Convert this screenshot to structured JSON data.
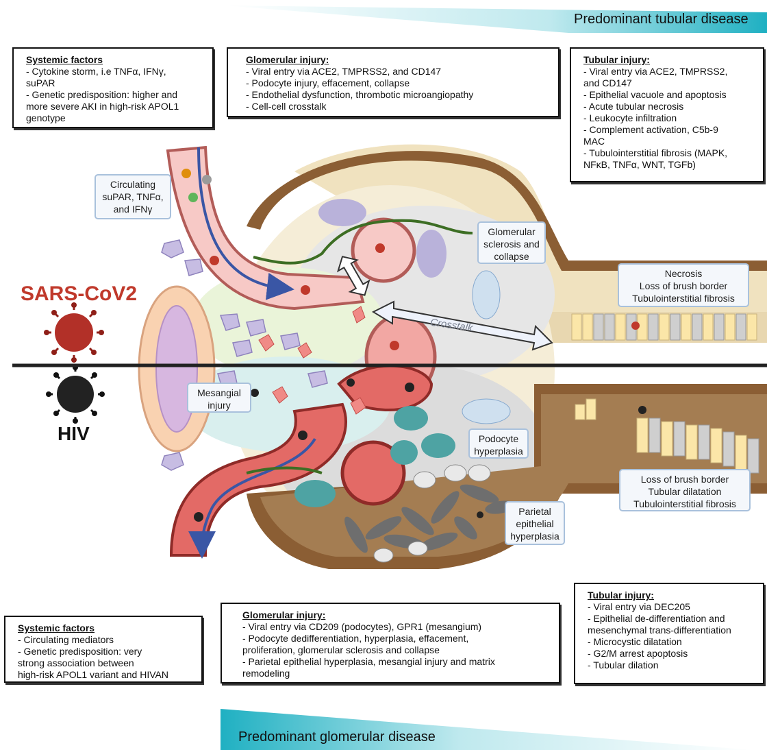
{
  "top_banner": {
    "label": "Predominant tubular disease"
  },
  "bottom_banner": {
    "label": "Predominant glomerular disease"
  },
  "virus_labels": {
    "sars": "SARS-CoV2",
    "hiv": "HIV"
  },
  "colors": {
    "sars_red": "#c0392b",
    "hiv_dark": "#222222",
    "banner_teal": "#2bb7c6",
    "callout_border": "#a9c1dc"
  },
  "boxes": {
    "systemic_top": {
      "title": "Systemic factors",
      "lines": [
        "- Cytokine storm, i.e TNFα, IFNγ,",
        "suPAR",
        "- Genetic predisposition: higher and",
        "more severe AKI in high-risk APOL1",
        "genotype"
      ]
    },
    "glomerular_top": {
      "title": "Glomerular injury:",
      "lines": [
        "- Viral entry via ACE2, TMPRSS2, and CD147",
        "- Podocyte injury, effacement, collapse",
        "- Endothelial dysfunction, thrombotic microangiopathy",
        "- Cell-cell crosstalk"
      ]
    },
    "tubular_top": {
      "title": "Tubular injury:",
      "lines": [
        "- Viral entry via ACE2, TMPRSS2,",
        "and CD147",
        "- Epithelial vacuole and apoptosis",
        "- Acute tubular necrosis",
        "- Leukocyte infiltration",
        "- Complement activation, C5b-9",
        "MAC",
        "- Tubulointerstitial fibrosis (MAPK,",
        "NFκB, TNFα, WNT, TGFb)"
      ]
    },
    "systemic_bottom": {
      "title": "Systemic factors",
      "lines": [
        "- Circulating mediators",
        "- Genetic predisposition: very",
        "strong association between",
        "high-risk APOL1 variant and HIVAN"
      ]
    },
    "glomerular_bottom": {
      "title": "Glomerular injury:",
      "lines": [
        "- Viral entry via CD209 (podocytes), GPR1 (mesangium)",
        "- Podocyte dedifferentiation, hyperplasia, effacement,",
        "proliferation, glomerular sclerosis and collapse",
        "- Parietal epithelial hyperplasia, mesangial injury and matrix",
        "remodeling"
      ]
    },
    "tubular_bottom": {
      "title": "Tubular injury:",
      "lines": [
        "- Viral entry via DEC205",
        "- Epithelial de-differentiation and",
        "mesenchymal trans-differentiation",
        "- Microcystic dilatation",
        "- G2/M arrest apoptosis",
        "- Tubular dilation"
      ]
    }
  },
  "callouts": {
    "circulating": [
      "Circulating",
      "suPAR, TNFα,",
      "and IFNγ"
    ],
    "glomerular_sclerosis": [
      "Glomerular",
      "sclerosis and",
      "collapse"
    ],
    "necrosis": [
      "Necrosis",
      "Loss of brush border",
      "Tubulointerstitial fibrosis"
    ],
    "mesangial": [
      "Mesangial",
      "injury"
    ],
    "podocyte": [
      "Podocyte",
      "hyperplasia"
    ],
    "loss_brush": [
      "Loss of brush border",
      "Tubular dilatation",
      "Tubulointerstitial fibrosis"
    ],
    "parietal": [
      "Parietal",
      "epithelial",
      "hyperplasia"
    ]
  },
  "crosstalk_label": "Crosstalk"
}
